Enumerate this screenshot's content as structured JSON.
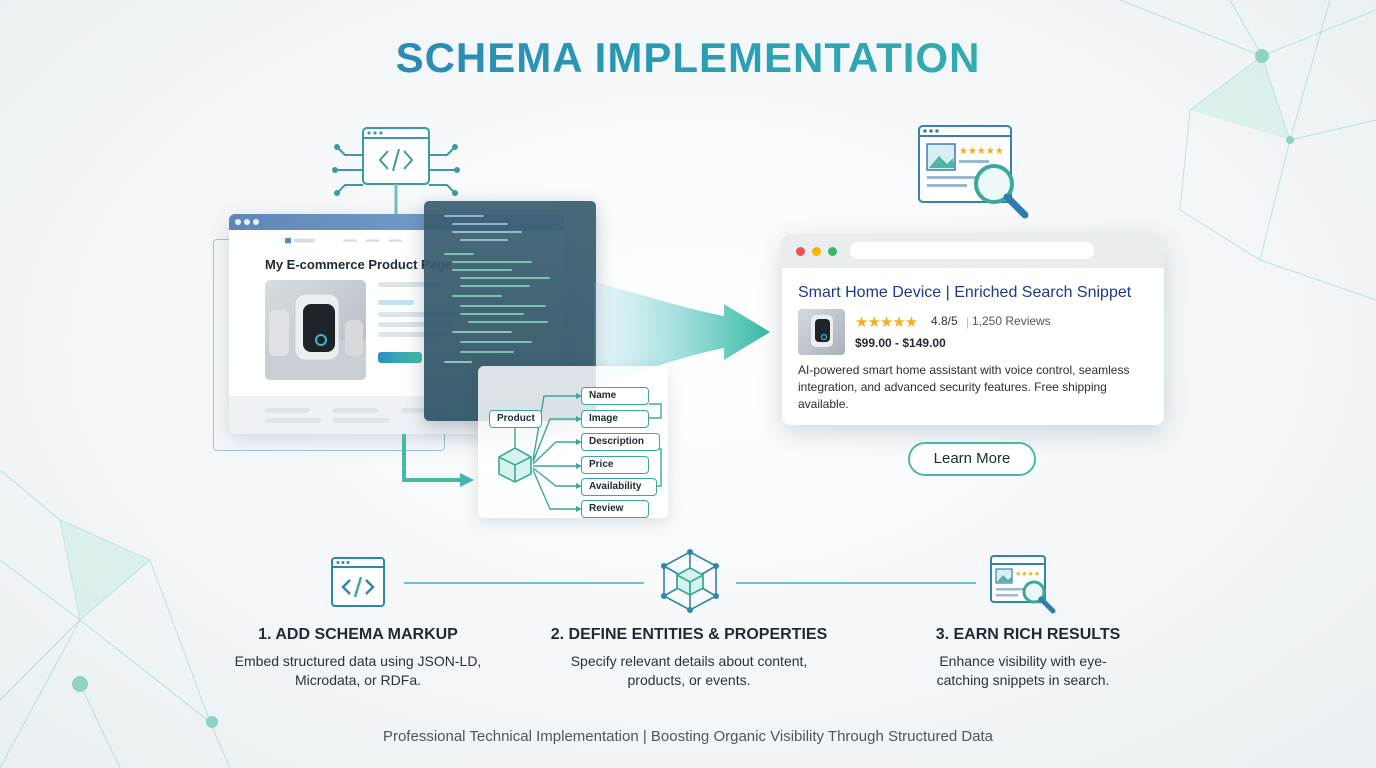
{
  "title": "SCHEMA IMPLEMENTATION",
  "product_page": {
    "heading": "My E-commerce Product Page"
  },
  "schema_tree": {
    "root": "Product",
    "properties": [
      "Name",
      "Image",
      "Description",
      "Price",
      "Availability",
      "Review"
    ]
  },
  "snippet": {
    "title": "Smart Home Device | Enriched Search Snippet",
    "stars": "★★★★★",
    "rating": "4.8/5",
    "separator": "|",
    "reviews": "1,250 Reviews",
    "price": "$99.00 - $149.00",
    "description": "AI-powered smart home assistant with voice control, seamless integration, and advanced security features. Free shipping available."
  },
  "learn_more_label": "Learn More",
  "steps": [
    {
      "title": "1. ADD SCHEMA MARKUP",
      "description": "Embed structured data using JSON-LD, Microdata, or RDFa."
    },
    {
      "title": "2. DEFINE ENTITIES & PROPERTIES",
      "description": "Specify relevant details about content, products, or events."
    },
    {
      "title": "3. EARN RICH RESULTS",
      "description": "Enhance visibility with eye-catching snippets in search."
    }
  ],
  "footer": "Professional Technical Implementation | Boosting Organic Visibility Through Structured Data",
  "colors": {
    "teal": "#3aa999",
    "blue": "#2f6fb4",
    "star": "#f2b01e",
    "snippet_title": "#1e3a8a"
  },
  "icons": [
    "code-chip-icon",
    "search-result-icon",
    "cube-network-icon",
    "code-window-icon",
    "magnifier-icon"
  ]
}
